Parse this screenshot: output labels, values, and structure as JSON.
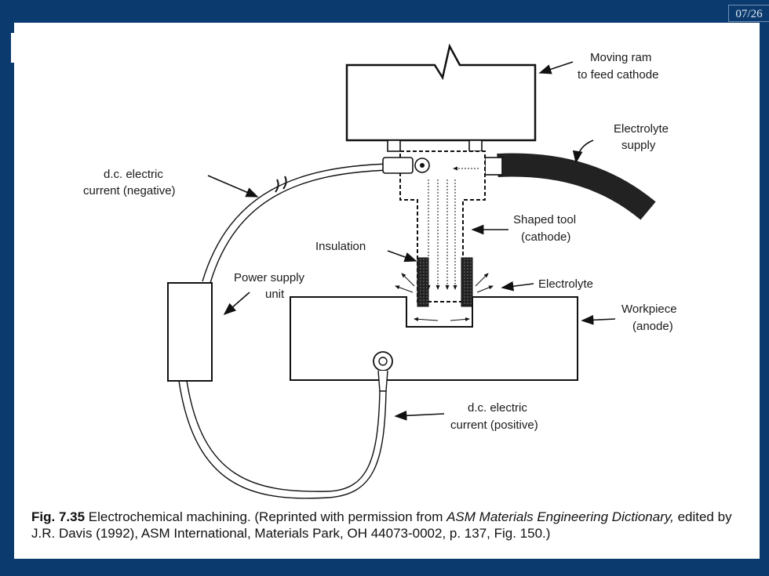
{
  "slide": {
    "number": "07/26"
  },
  "labels": {
    "moving_ram": [
      "Moving ram",
      "to feed cathode"
    ],
    "electrolyte_supply": [
      "Electrolyte",
      "supply"
    ],
    "dc_negative": [
      "d.c. electric",
      "current (negative)"
    ],
    "shaped_tool": [
      "Shaped tool",
      "(cathode)"
    ],
    "insulation": "Insulation",
    "power_supply": [
      "Power supply",
      "unit"
    ],
    "electrolyte": "Electrolyte",
    "workpiece": [
      "Workpiece",
      "(anode)"
    ],
    "dc_positive": [
      "d.c. electric",
      "current (positive)"
    ]
  },
  "caption": {
    "fig": "Fig. 7.35",
    "text1": " Electrochemical machining. (Reprinted with permission from ",
    "source": "ASM Materials Engineering Dictionary,",
    "text2": " edited by J.R. Davis (1992), ASM International, Materials Park, OH 44073-0002, p. 137, Fig. 150.)"
  }
}
